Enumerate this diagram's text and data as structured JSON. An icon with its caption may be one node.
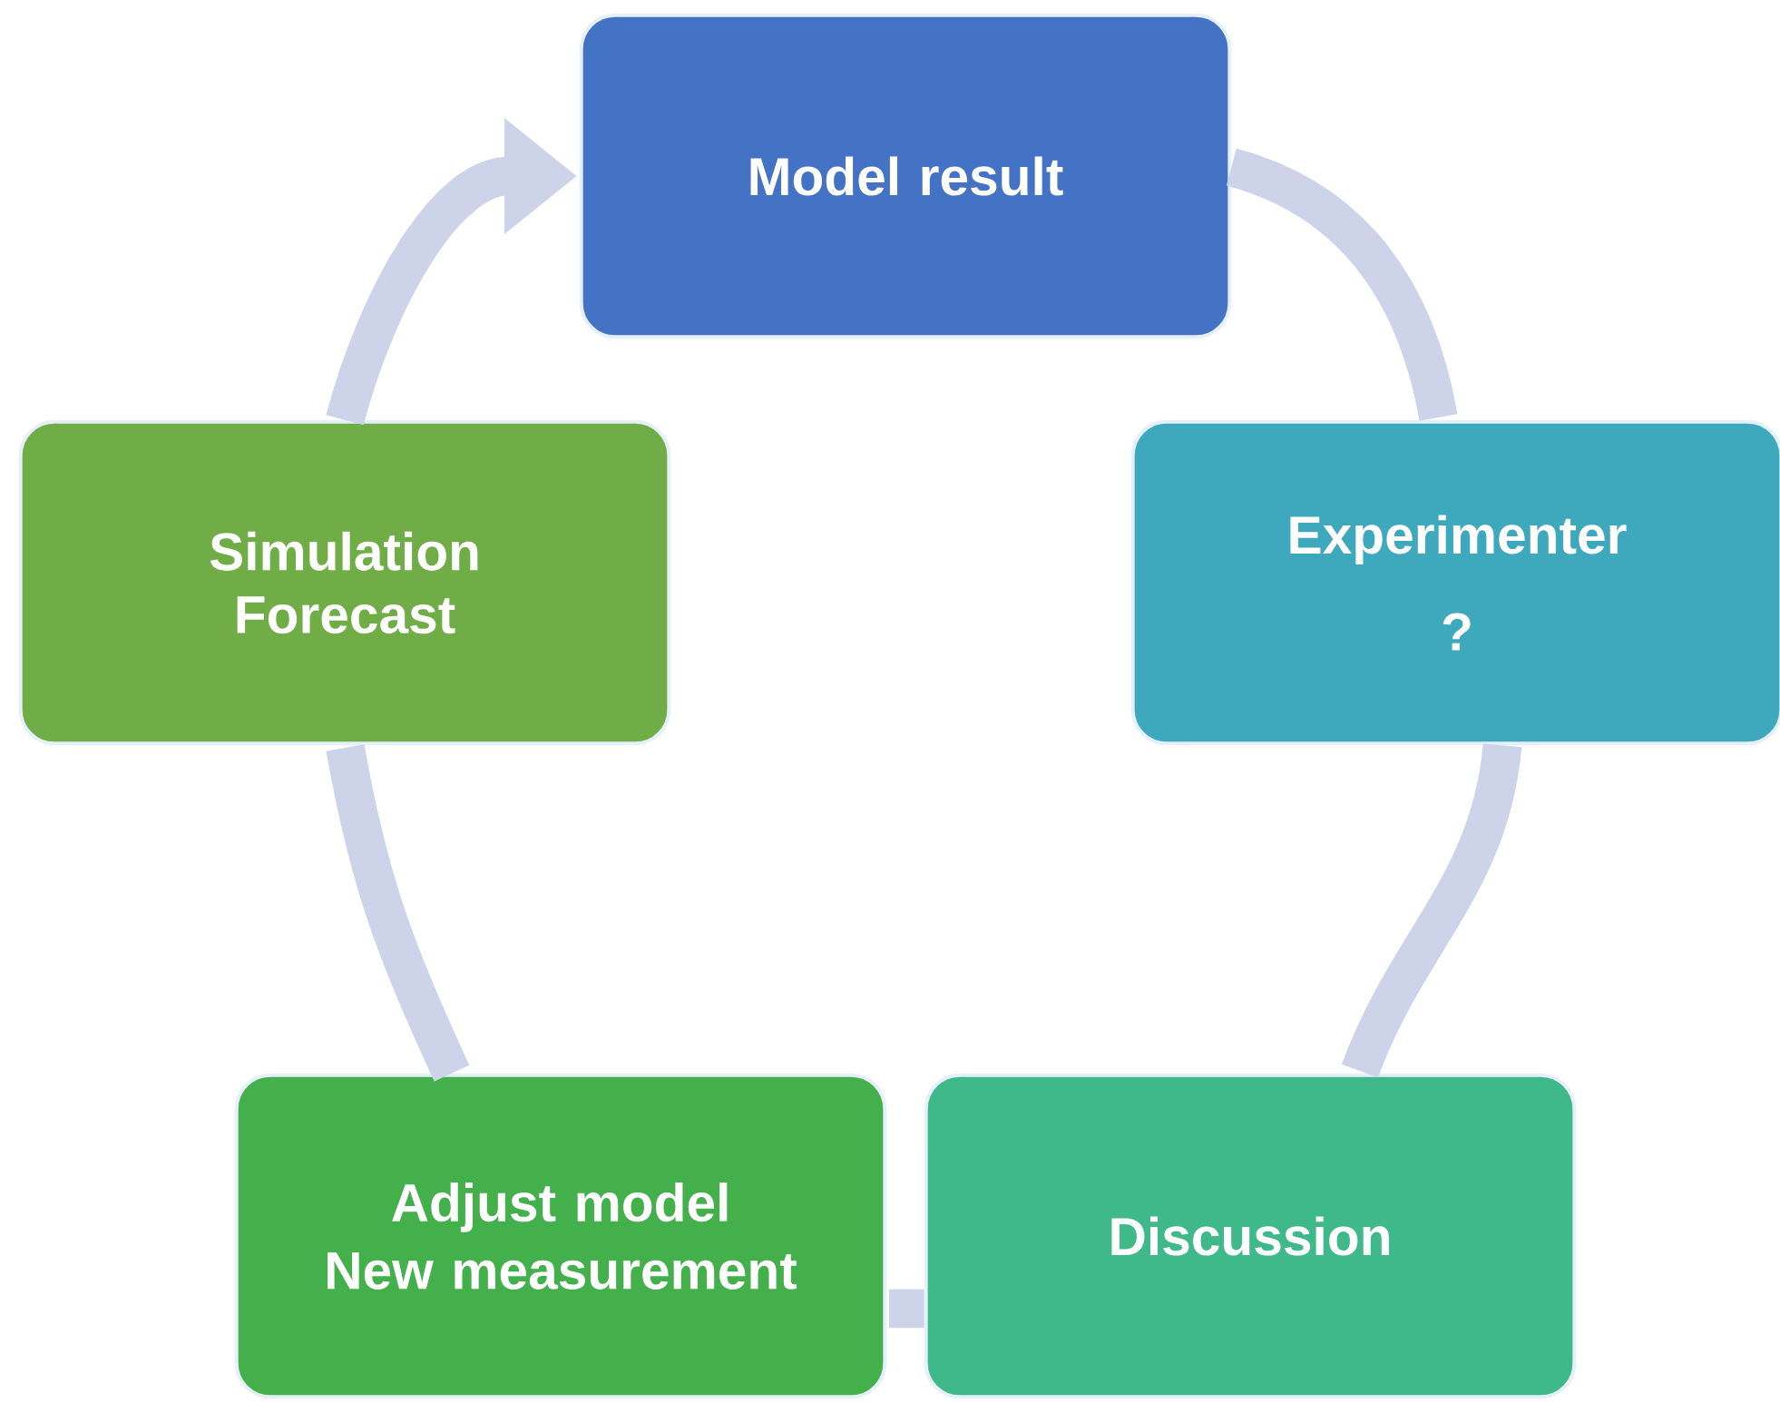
{
  "diagram": {
    "nodes": [
      {
        "text": [
          "Model result"
        ]
      },
      {
        "text": [
          "Experimenter",
          "?"
        ]
      },
      {
        "text": [
          "Discussion"
        ]
      },
      {
        "text": [
          "Adjust model",
          "New measurement"
        ]
      },
      {
        "text": [
          "Simulation Forecast"
        ]
      }
    ],
    "edges": [
      {
        "from": 0,
        "to": 1,
        "arrow": "none"
      },
      {
        "from": 1,
        "to": 2,
        "arrow": "none"
      },
      {
        "from": 2,
        "to": 3,
        "arrow": "none"
      },
      {
        "from": 3,
        "to": 4,
        "arrow": "none"
      },
      {
        "from": 4,
        "to": 0,
        "arrow": "to"
      }
    ]
  }
}
